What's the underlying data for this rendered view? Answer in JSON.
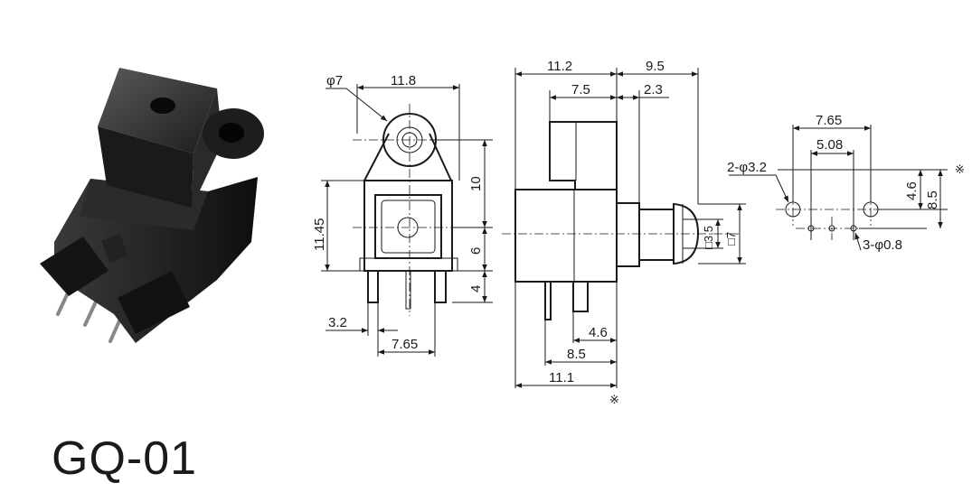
{
  "model": "GQ-01",
  "front_view": {
    "diameter_label": "φ7",
    "width_top": "11.8",
    "height_upper": "10",
    "height_total": "11.45",
    "height_mid": "6",
    "height_pins": "4",
    "pin_offset": "3.2",
    "pin_pitch": "7.65"
  },
  "side_view": {
    "width_left": "11.2",
    "width_right": "9.5",
    "width_inner": "7.5",
    "width_inner_right": "2.3",
    "square_small": "□3.5",
    "square_large": "□7",
    "pin_a": "4.6",
    "pin_b": "8.5",
    "bottom_width": "11.1",
    "note_mark": "※"
  },
  "pcb_layout": {
    "top_span": "7.65",
    "inner_span": "5.08",
    "large_holes": "2-φ3.2",
    "small_holes": "3-φ0.8",
    "v_small": "4.6",
    "v_large": "8.5",
    "note_mark": "※"
  }
}
